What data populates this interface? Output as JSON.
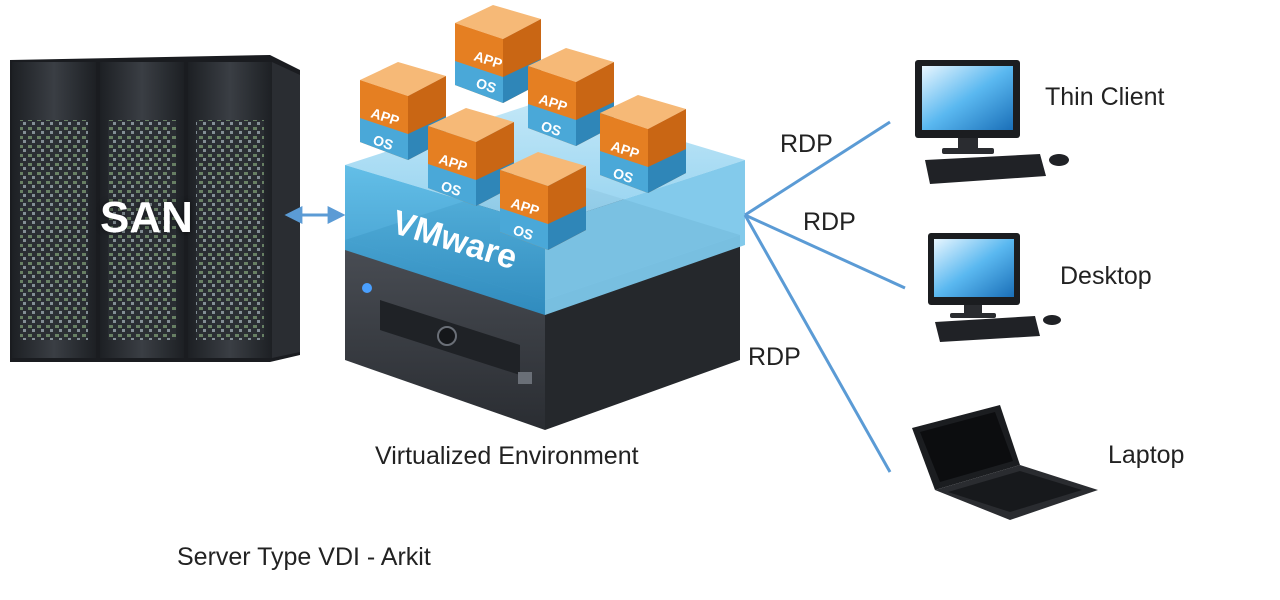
{
  "diagram": {
    "storage": {
      "label": "SAN"
    },
    "hypervisor": {
      "label": "VMware",
      "caption": "Virtualized Environment"
    },
    "vm_box": {
      "top_label": "APP",
      "bottom_label": "OS"
    },
    "connections": [
      {
        "protocol": "RDP",
        "client": "Thin Client"
      },
      {
        "protocol": "RDP",
        "client": "Desktop"
      },
      {
        "protocol": "RDP",
        "client": "Laptop"
      }
    ],
    "footer": "Server Type VDI - Arkit",
    "colors": {
      "link": "#5b9bd5",
      "vmware_blue": "#4aa8d8",
      "vm_orange": "#e57f22",
      "server_dark": "#2e3136",
      "rack_dark": "#23262b"
    }
  }
}
